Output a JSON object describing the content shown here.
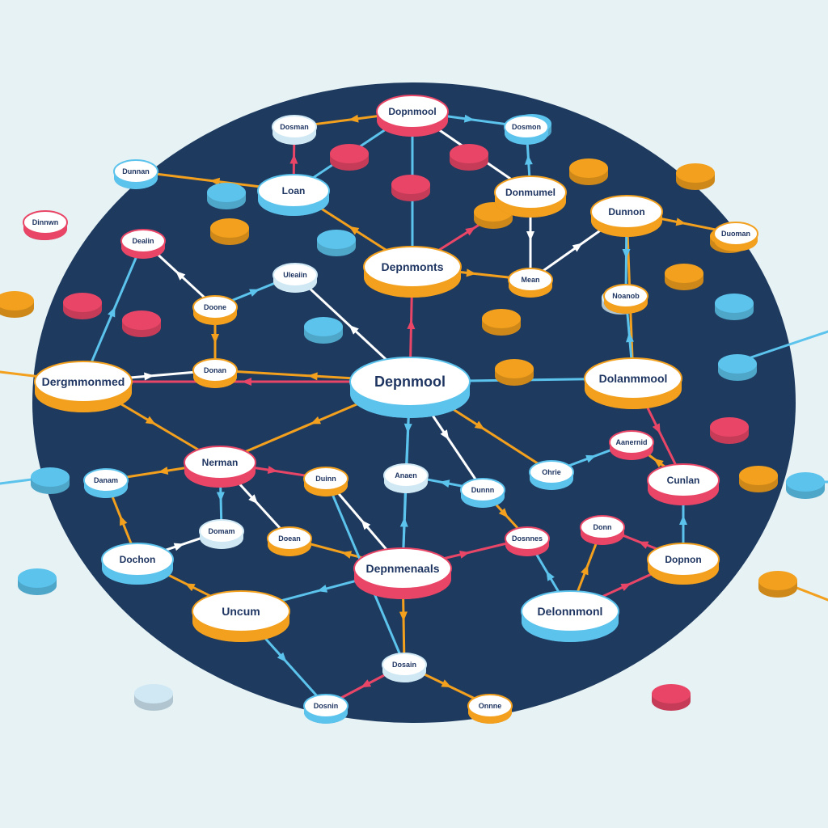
{
  "colors": {
    "background": "#e6f2f4",
    "disc": "#1e3a5f",
    "label": "#1f3561",
    "red": "#e94667",
    "orange": "#f2a01d",
    "blue": "#5cc3ec",
    "light": "#cfe8f4"
  },
  "nodes": [
    {
      "id": "center",
      "label": "Depnmool",
      "color": "blue",
      "size": "xl"
    },
    {
      "id": "top-center",
      "label": "Depnmonts",
      "color": "orange",
      "size": "lg"
    },
    {
      "id": "top",
      "label": "Dopnmool",
      "color": "red",
      "size": "md"
    },
    {
      "id": "bottom-center",
      "label": "Depnmenaals",
      "color": "red",
      "size": "lg"
    },
    {
      "id": "right-big",
      "label": "Dolanmmool",
      "color": "orange",
      "size": "lg"
    },
    {
      "id": "left-big",
      "label": "Dergmmonmed",
      "color": "orange",
      "size": "lg"
    },
    {
      "id": "bottom-right-big",
      "label": "Delonnmonl",
      "color": "blue",
      "size": "lg"
    },
    {
      "id": "bottom-left-big",
      "label": "Uncum",
      "color": "orange",
      "size": "lg"
    },
    {
      "id": "loan",
      "label": "Loan",
      "color": "blue",
      "size": "md"
    },
    {
      "id": "nerman",
      "label": "Nerman",
      "color": "red",
      "size": "md"
    },
    {
      "id": "dochon",
      "label": "Dochon",
      "color": "blue",
      "size": "md"
    },
    {
      "id": "dunnon",
      "label": "Dunnon",
      "color": "orange",
      "size": "md"
    },
    {
      "id": "upper-right-mid",
      "label": "Donmumel",
      "color": "orange",
      "size": "md"
    },
    {
      "id": "lower-right",
      "label": "Dopnon",
      "color": "orange",
      "size": "md"
    },
    {
      "id": "cunlan",
      "label": "Cunlan",
      "color": "red",
      "size": "md"
    },
    {
      "id": "small-01",
      "label": "Doone",
      "color": "orange",
      "size": "sm"
    },
    {
      "id": "small-02",
      "label": "Donan",
      "color": "orange",
      "size": "sm"
    },
    {
      "id": "small-03",
      "label": "Dealin",
      "color": "red",
      "size": "sm"
    },
    {
      "id": "small-04",
      "label": "Ohrie",
      "color": "blue",
      "size": "sm"
    },
    {
      "id": "small-05",
      "label": "Danam",
      "color": "blue",
      "size": "sm"
    },
    {
      "id": "small-06",
      "label": "Dosnnes",
      "color": "red",
      "size": "sm"
    },
    {
      "id": "small-07",
      "label": "Donn",
      "color": "red",
      "size": "sm"
    },
    {
      "id": "small-08",
      "label": "Doean",
      "color": "orange",
      "size": "sm"
    },
    {
      "id": "small-09",
      "label": "Dosain",
      "color": "light",
      "size": "sm"
    },
    {
      "id": "small-10",
      "label": "Duinn",
      "color": "orange",
      "size": "sm"
    },
    {
      "id": "small-11",
      "label": "Dosnin",
      "color": "blue",
      "size": "sm"
    },
    {
      "id": "small-12",
      "label": "Onnne",
      "color": "orange",
      "size": "sm"
    },
    {
      "id": "small-13",
      "label": "Noanob",
      "color": "orange",
      "size": "sm"
    },
    {
      "id": "small-14",
      "label": "Dunnn",
      "color": "blue",
      "size": "sm"
    },
    {
      "id": "small-15",
      "label": "Mean",
      "color": "orange",
      "size": "sm"
    },
    {
      "id": "small-16",
      "label": "Uleaiin",
      "color": "light",
      "size": "sm"
    },
    {
      "id": "small-17",
      "label": "Duoman",
      "color": "orange",
      "size": "sm"
    },
    {
      "id": "small-18",
      "label": "Domam",
      "color": "light",
      "size": "sm"
    },
    {
      "id": "small-19",
      "label": "Anaen",
      "color": "light",
      "size": "sm"
    },
    {
      "id": "small-20",
      "label": "Aanernid",
      "color": "red",
      "size": "sm"
    },
    {
      "id": "small-21",
      "label": "Dunnan",
      "color": "blue",
      "size": "sm"
    },
    {
      "id": "small-22",
      "label": "Dosmon",
      "color": "blue",
      "size": "sm"
    },
    {
      "id": "small-23",
      "label": "Dosman",
      "color": "light",
      "size": "sm"
    },
    {
      "id": "small-24",
      "label": "Dinnwn",
      "color": "red",
      "size": "sm"
    }
  ]
}
